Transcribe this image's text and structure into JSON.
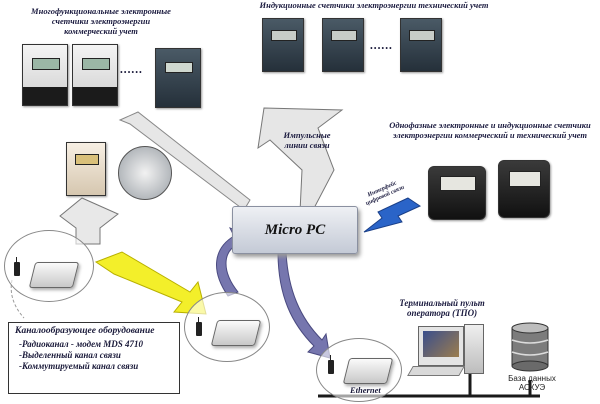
{
  "labels": {
    "multifunction": "Многофункциональные электронные счетчики электроэнергии коммерческий учет",
    "induction": "Индукционные счетчики электроэнергии технический учет",
    "pulse_lines": "Импульсные линии связи",
    "single_phase": "Однофазные электронные и индукционные счетчики электроэнергии коммерческий и технический учет",
    "digital_interface": "Интерфейс цифровой связи",
    "micro_pc": "Micro PC",
    "terminal": "Терминальный пульт оператора (ТПО)",
    "database": "База данных АСКУЭ",
    "ethernet": "Ethernet",
    "channel_title": "Каналообразующее оборудование",
    "channel_items": [
      "-Радиоканал - модем MDS 4710",
      "-Выделенный канал связи",
      "-Коммутируемый канал связи"
    ],
    "dots": "••••••"
  },
  "colors": {
    "arrow_fill": "#e6e6e6",
    "yellow_arrow": "#f3ef2a",
    "blue_arrow": "#2a64c8",
    "purple_arrow": "#6a6aa6",
    "micro_pc_bg": "#d8dde6"
  }
}
